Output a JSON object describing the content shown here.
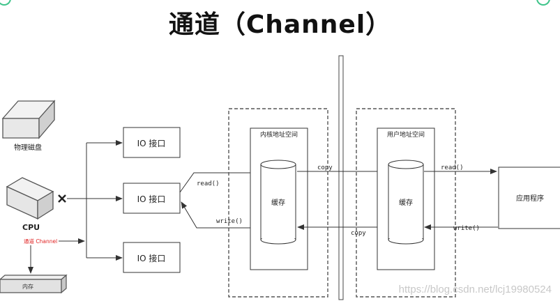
{
  "title": "通道（Channel）",
  "devices": {
    "disk_label": "物理磁盘",
    "cpu_label": "CPU",
    "memory_label": "内存",
    "channel_label": "通道 Channel"
  },
  "io_ports": [
    "IO 接口",
    "IO 接口",
    "IO 接口"
  ],
  "kernel_space": {
    "label": "内核地址空间",
    "buffer_label": "缓存"
  },
  "user_space": {
    "label": "用户地址空间",
    "buffer_label": "缓存"
  },
  "application_label": "应用程序",
  "arrows": {
    "read_left": "read()",
    "write_left": "write()",
    "copy_top": "copy",
    "copy_bottom": "copy",
    "read_right": "read()",
    "write_right": "write()"
  },
  "watermark": "https://blog.csdn.net/lcj19980524",
  "colors": {
    "channel_label": "#e02020",
    "line": "#333333",
    "frame_dash": "#555555"
  }
}
